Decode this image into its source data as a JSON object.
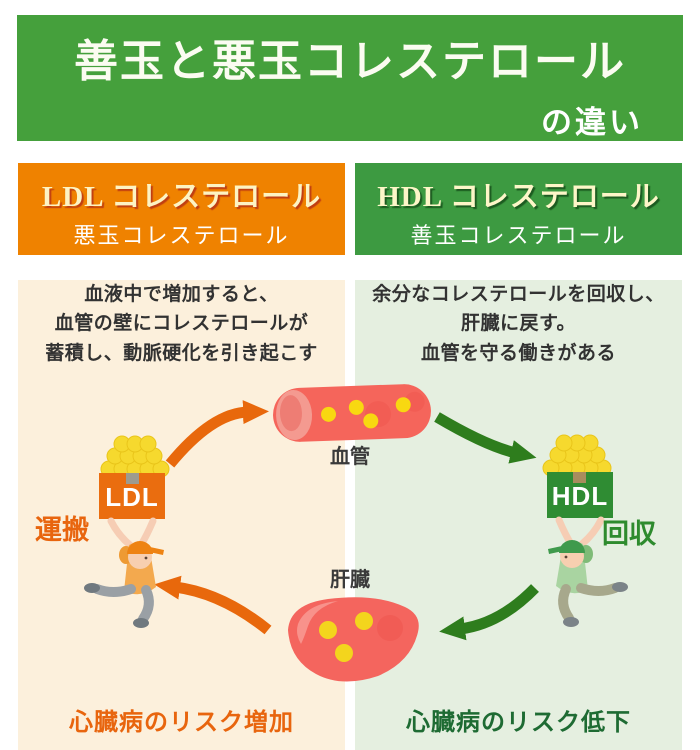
{
  "header": {
    "title": "善玉と悪玉コレステロール",
    "subtitle": "の違い"
  },
  "ldl": {
    "title": "LDL コレステロール",
    "subtitle": "悪玉コレステロール",
    "description": "血液中で増加すると、\n血管の壁にコレステロールが\n蓄積し、動脈硬化を引き起こす",
    "box_label": "LDL",
    "action_label": "運搬",
    "risk_label": "心臓病のリスク増加"
  },
  "hdl": {
    "title": "HDL コレステロール",
    "subtitle": "善玉コレステロール",
    "description": "余分なコレステロールを回収し、\n肝臓に戻す。\n血管を守る働きがある",
    "box_label": "HDL",
    "action_label": "回収",
    "risk_label": "心臓病のリスク低下"
  },
  "diagram": {
    "vessel_label": "血管",
    "liver_label": "肝臓"
  },
  "colors": {
    "header_green": "#45a03c",
    "ldl_accent": "#ef8200",
    "hdl_accent": "#3d9a41",
    "ldl_panel": "#fcf0dc",
    "hdl_panel": "#e5efe0",
    "orange_arrow": "#e8680c",
    "green_arrow": "#2e7d1d",
    "risk_increase_text": "#e8650e",
    "risk_decrease_text": "#1e6b33",
    "vessel_red": "#f5655b",
    "cholesterol_yellow": "#f6d92e"
  }
}
